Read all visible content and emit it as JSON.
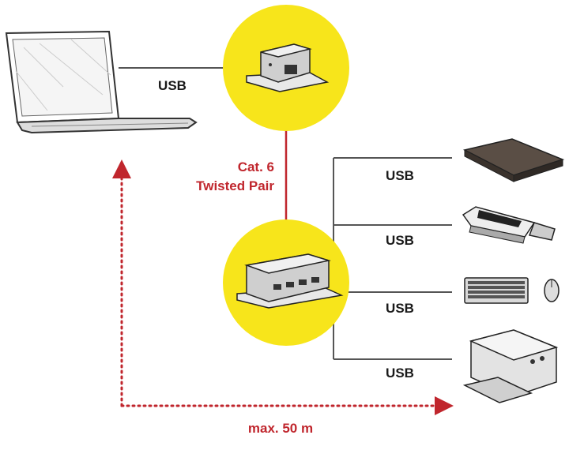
{
  "labels": {
    "usb_laptop": "USB",
    "cable_line1": "Cat. 6",
    "cable_line2": "Twisted Pair",
    "usb_hdd": "USB",
    "usb_cardreader": "USB",
    "usb_keyboard": "USB",
    "usb_printer": "USB",
    "distance": "max. 50 m"
  },
  "colors": {
    "highlight": "#f7e51b",
    "cable": "#c0262d",
    "line": "#555555",
    "text": "#1a1a1a"
  },
  "icons": [
    "laptop-icon",
    "transmitter-icon",
    "receiver-hub-icon",
    "hard-drive-icon",
    "card-reader-icon",
    "keyboard-icon",
    "mouse-icon",
    "printer-icon"
  ]
}
